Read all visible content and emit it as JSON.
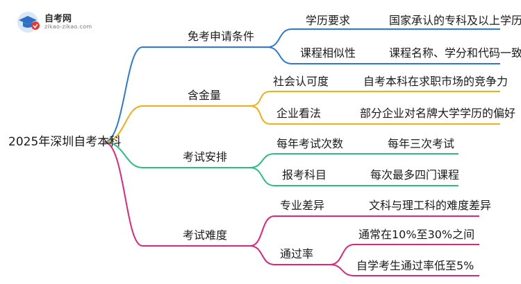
{
  "logo": {
    "name": "自考网",
    "url": "zikao-zikao.com"
  },
  "root": {
    "label": "2025年深圳自考本科"
  },
  "branches": [
    {
      "label": "免考申请条件",
      "color": "#2a78d8",
      "items": [
        {
          "label": "学历要求",
          "detail": "国家承认的专科及以上学历"
        },
        {
          "label": "课程相似性",
          "detail": "课程名称、学分和代码一致"
        }
      ]
    },
    {
      "label": "含金量",
      "color": "#f1ad15",
      "items": [
        {
          "label": "社会认可度",
          "detail": "自考本科在求职市场的竞争力"
        },
        {
          "label": "企业看法",
          "detail": "部分企业对名牌大学学历的偏好"
        }
      ]
    },
    {
      "label": "考试安排",
      "color": "#27c081",
      "items": [
        {
          "label": "每年考试次数",
          "detail": "每年三次考试"
        },
        {
          "label": "报考科目",
          "detail": "每次最多四门课程"
        }
      ]
    },
    {
      "label": "考试难度",
      "color": "#e0247a",
      "items": [
        {
          "label": "专业差异",
          "detail": "文科与理工科的难度差异"
        },
        {
          "label": "通过率",
          "details": [
            "通常在10%至30%之间",
            "自学考生通过率低至5%"
          ]
        }
      ]
    }
  ]
}
